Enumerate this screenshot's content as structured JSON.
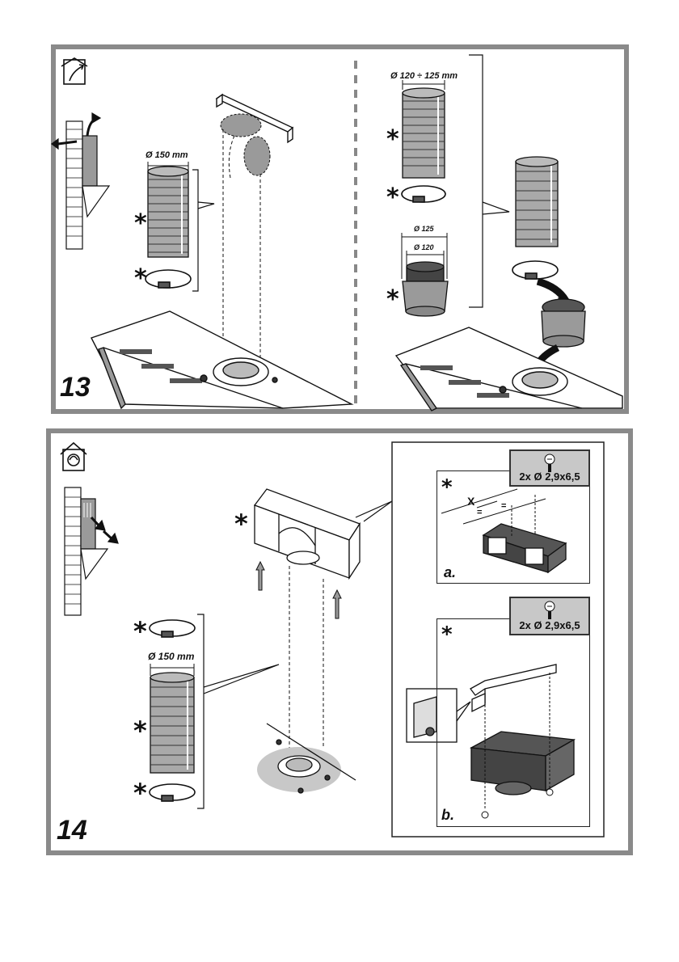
{
  "fig13": {
    "number": "13",
    "left": {
      "dimension": "Ø 150 mm"
    },
    "right": {
      "dimension_top": "Ø 120 ÷ 125 mm",
      "dimension_outer": "Ø 125",
      "dimension_inner": "Ø 120"
    },
    "asterisk": "*"
  },
  "fig14": {
    "number": "14",
    "dimension": "Ø 150 mm",
    "asterisk": "*",
    "detail_a": {
      "label": "a.",
      "screws": "2x Ø 2,9x6,5",
      "measure_x": "X",
      "equal_sign": "="
    },
    "detail_b": {
      "label": "b.",
      "screws": "2x Ø 2,9x6,5"
    }
  },
  "colors": {
    "frame": "#8a8a8a",
    "duct_fill": "#a9a9a9",
    "screw_box": "#c8c8c8",
    "ink": "#111111"
  }
}
